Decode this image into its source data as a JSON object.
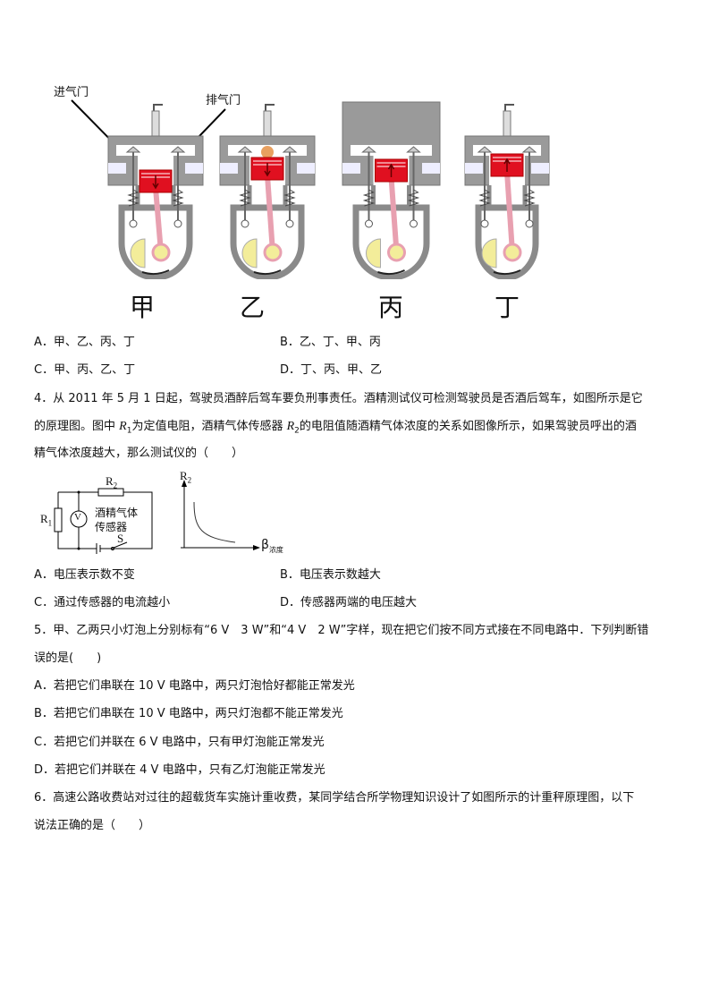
{
  "figure_engines": {
    "label_intake": "进气门",
    "label_exhaust": "排气门",
    "stages": [
      "甲",
      "乙",
      "丙",
      "丁"
    ]
  },
  "q3_options": [
    "A．甲、乙、丙、丁",
    "B．乙、丁、甲、丙",
    "C．甲、丙、乙、丁",
    "D．丁、丙、甲、乙"
  ],
  "q4": {
    "line1": "4．从 2011 年 5 月 1 日起，驾驶员酒醉后驾车要负刑事责任。酒精测试仪可检测驾驶员是否酒后驾车，如图所示是它",
    "line2a": "的原理图。图中 ",
    "r": "R",
    "sub1": "1",
    "line2b": "为定值电阻，酒精气体传感器 ",
    "sub2": "2",
    "line2c": "的电阻值随酒精气体浓度的关系如图像所示，如果驾驶员呼出的酒",
    "line3": "精气体浓度越大，那么测试仪的（　　）",
    "circuit": {
      "r2": "R",
      "r2sub": "2",
      "r1": "R",
      "r1sub": "1",
      "meter": "V",
      "sensor1": "酒精气体",
      "sensor2": "传感器",
      "switch": "S"
    },
    "graph": {
      "ylabel": "R",
      "ylabel_sub": "2",
      "xlabel": "β",
      "xlabel_sub": "浓度"
    },
    "options": [
      "A．电压表示数不变",
      "B．电压表示数越大",
      "C．通过传感器的电流越小",
      "D．传感器两端的电压越大"
    ]
  },
  "q5": {
    "line1": "5．甲、乙两只小灯泡上分别标有“6 V　3 W”和“4 V　2 W”字样，现在把它们按不同方式接在不同电路中．下列判断错",
    "line2": "误的是(　　)",
    "options": [
      "A．若把它们串联在 10 V 电路中，两只灯泡恰好都能正常发光",
      "B．若把它们串联在 10 V 电路中，两只灯泡都不能正常发光",
      "C．若把它们并联在 6 V 电路中，只有甲灯泡能正常发光",
      "D．若把它们并联在 4 V 电路中，只有乙灯泡能正常发光"
    ]
  },
  "q6": {
    "line1": "6．高速公路收费站对过往的超载货车实施计重收费，某同学结合所学物理知识设计了如图所示的计重秤原理图，以下",
    "line2": "说法正确的是（　　）"
  }
}
